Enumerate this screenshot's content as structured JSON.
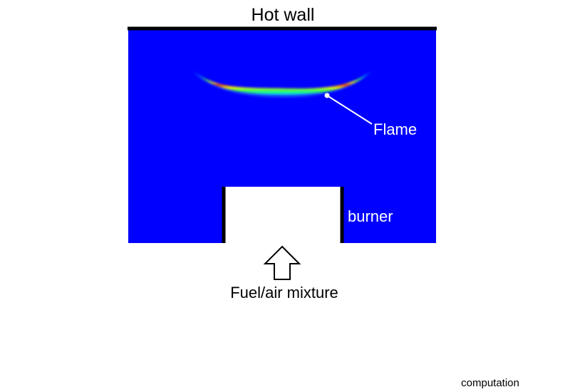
{
  "labels": {
    "hot_wall": "Hot wall",
    "flame": "Flame",
    "burner": "burner",
    "inlet": "Fuel/air mixture",
    "caption": "computation"
  },
  "colors": {
    "domain": "#0000ff",
    "wall": "#000000",
    "flame_outer": "#00e0ff",
    "flame_mid": "#33ff33",
    "flame_inner": "#ffff00",
    "flame_core": "#ff2000",
    "label_on_domain": "#ffffff",
    "label_on_page": "#000000"
  },
  "icons": {
    "inlet": "up-arrow-outline-icon"
  }
}
